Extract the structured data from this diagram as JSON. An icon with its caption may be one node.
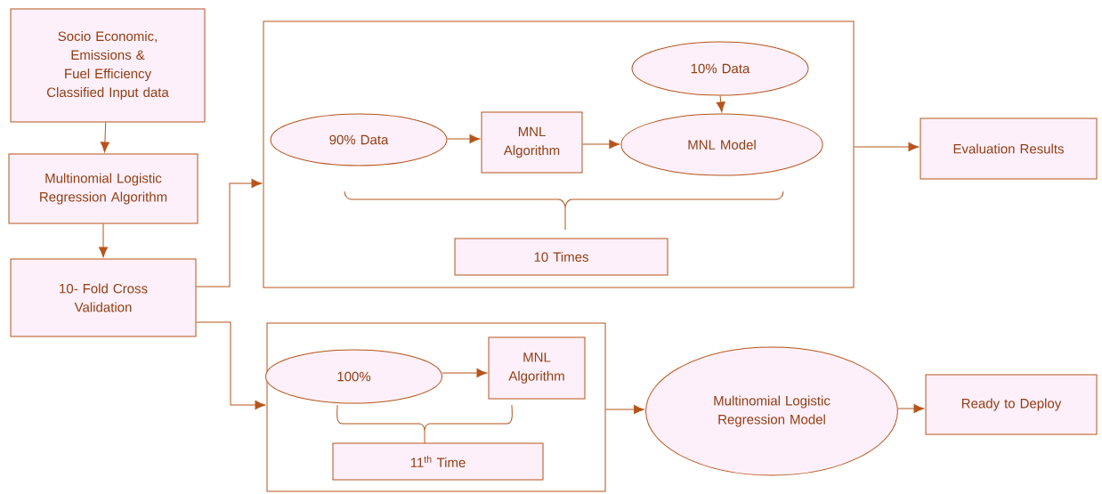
{
  "diagram": {
    "nodes": [
      {
        "text": [
          "Socio Economic, Emissions & Fuel Efficiency Classified Input data"
        ]
      },
      {
        "text": [
          "Multinomial Logistic Regression Algorithm"
        ]
      },
      {
        "text": [
          "10- Fold Cross Validation"
        ]
      },
      {
        "text": [],
        "shape": "box"
      },
      {
        "text": [
          "90% Data"
        ],
        "in": 3
      },
      {
        "text": [
          "MNL Algorithm"
        ],
        "in": 3
      },
      {
        "text": [
          "10% Data"
        ],
        "in": 3
      },
      {
        "text": [
          "MNL Model"
        ],
        "in": 3
      },
      {
        "text": [
          "10 Times"
        ],
        "in": 3
      },
      {
        "text": [
          "Evaluation Results"
        ]
      },
      {
        "text": [],
        "shape": "box"
      },
      {
        "text": [
          "100%"
        ],
        "in": 10
      },
      {
        "text": [
          "MNL Algorithm"
        ],
        "in": 10
      },
      {
        "text": [
          "11$^{th}$ Time"
        ],
        "in": 10
      },
      {
        "text": [
          "Multinomial Logistic Regression Model"
        ]
      },
      {
        "text": [
          "Ready to Deploy"
        ]
      }
    ],
    "edges": [
      {
        "from": 0,
        "to": 1,
        "arrow": "to"
      },
      {
        "from": 1,
        "to": 2,
        "arrow": "to"
      },
      {
        "from": 2,
        "to": 3,
        "arrow": "to"
      },
      {
        "from": 2,
        "to": 10,
        "arrow": "to"
      },
      {
        "from": 4,
        "to": 5,
        "arrow": "to"
      },
      {
        "from": 5,
        "to": 7,
        "arrow": "to"
      },
      {
        "from": 6,
        "to": 7,
        "arrow": "to"
      },
      {
        "from": 11,
        "to": 12,
        "arrow": "to"
      },
      {
        "from": 3,
        "to": 9,
        "arrow": "to"
      },
      {
        "from": 10,
        "to": 14,
        "arrow": "to"
      },
      {
        "from": 14,
        "to": 15,
        "arrow": "to"
      }
    ]
  }
}
